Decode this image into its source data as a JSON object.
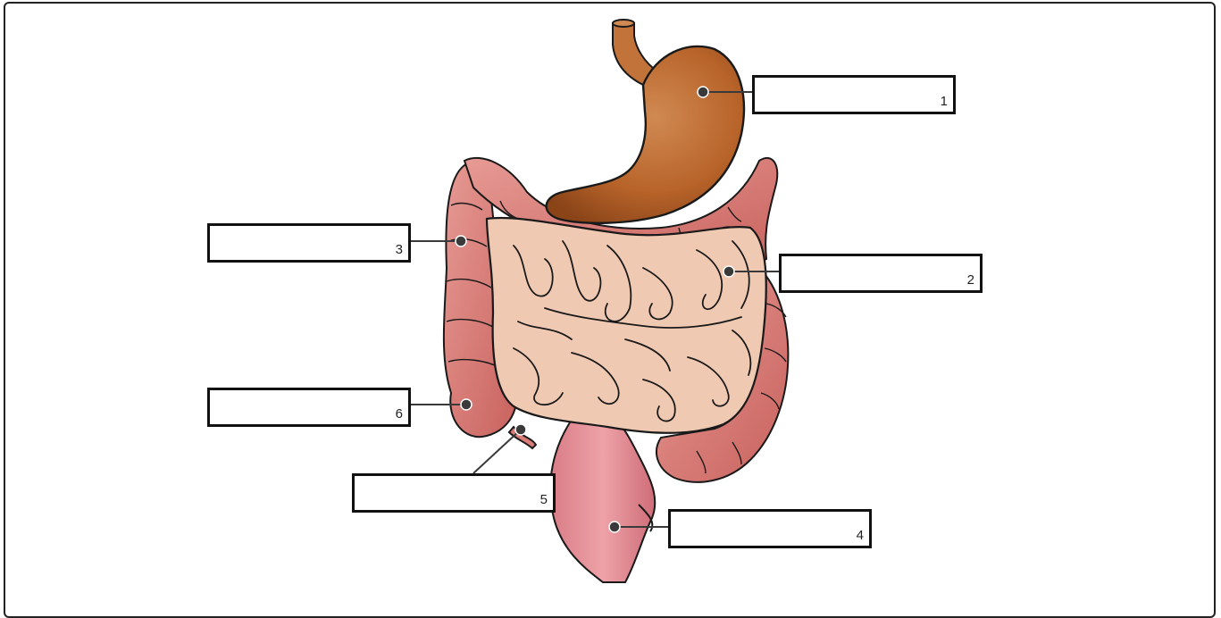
{
  "labels": [
    {
      "id": "1",
      "number": "1",
      "answer": ""
    },
    {
      "id": "2",
      "number": "2",
      "answer": ""
    },
    {
      "id": "3",
      "number": "3",
      "answer": ""
    },
    {
      "id": "4",
      "number": "4",
      "answer": ""
    },
    {
      "id": "5",
      "number": "5",
      "answer": ""
    },
    {
      "id": "6",
      "number": "6",
      "answer": ""
    }
  ],
  "colors": {
    "stomach": "#b8642a",
    "large_intestine": "#d97c78",
    "small_intestine": "#f0c9b3",
    "outline": "#1a1a1a",
    "leader_dot": "#3a3a3a"
  },
  "icons": {
    "stomach": "stomach-illustration",
    "small_intestine": "small-intestine-illustration",
    "large_intestine": "large-intestine-illustration",
    "appendix": "appendix-illustration",
    "rectum": "rectum-illustration"
  }
}
